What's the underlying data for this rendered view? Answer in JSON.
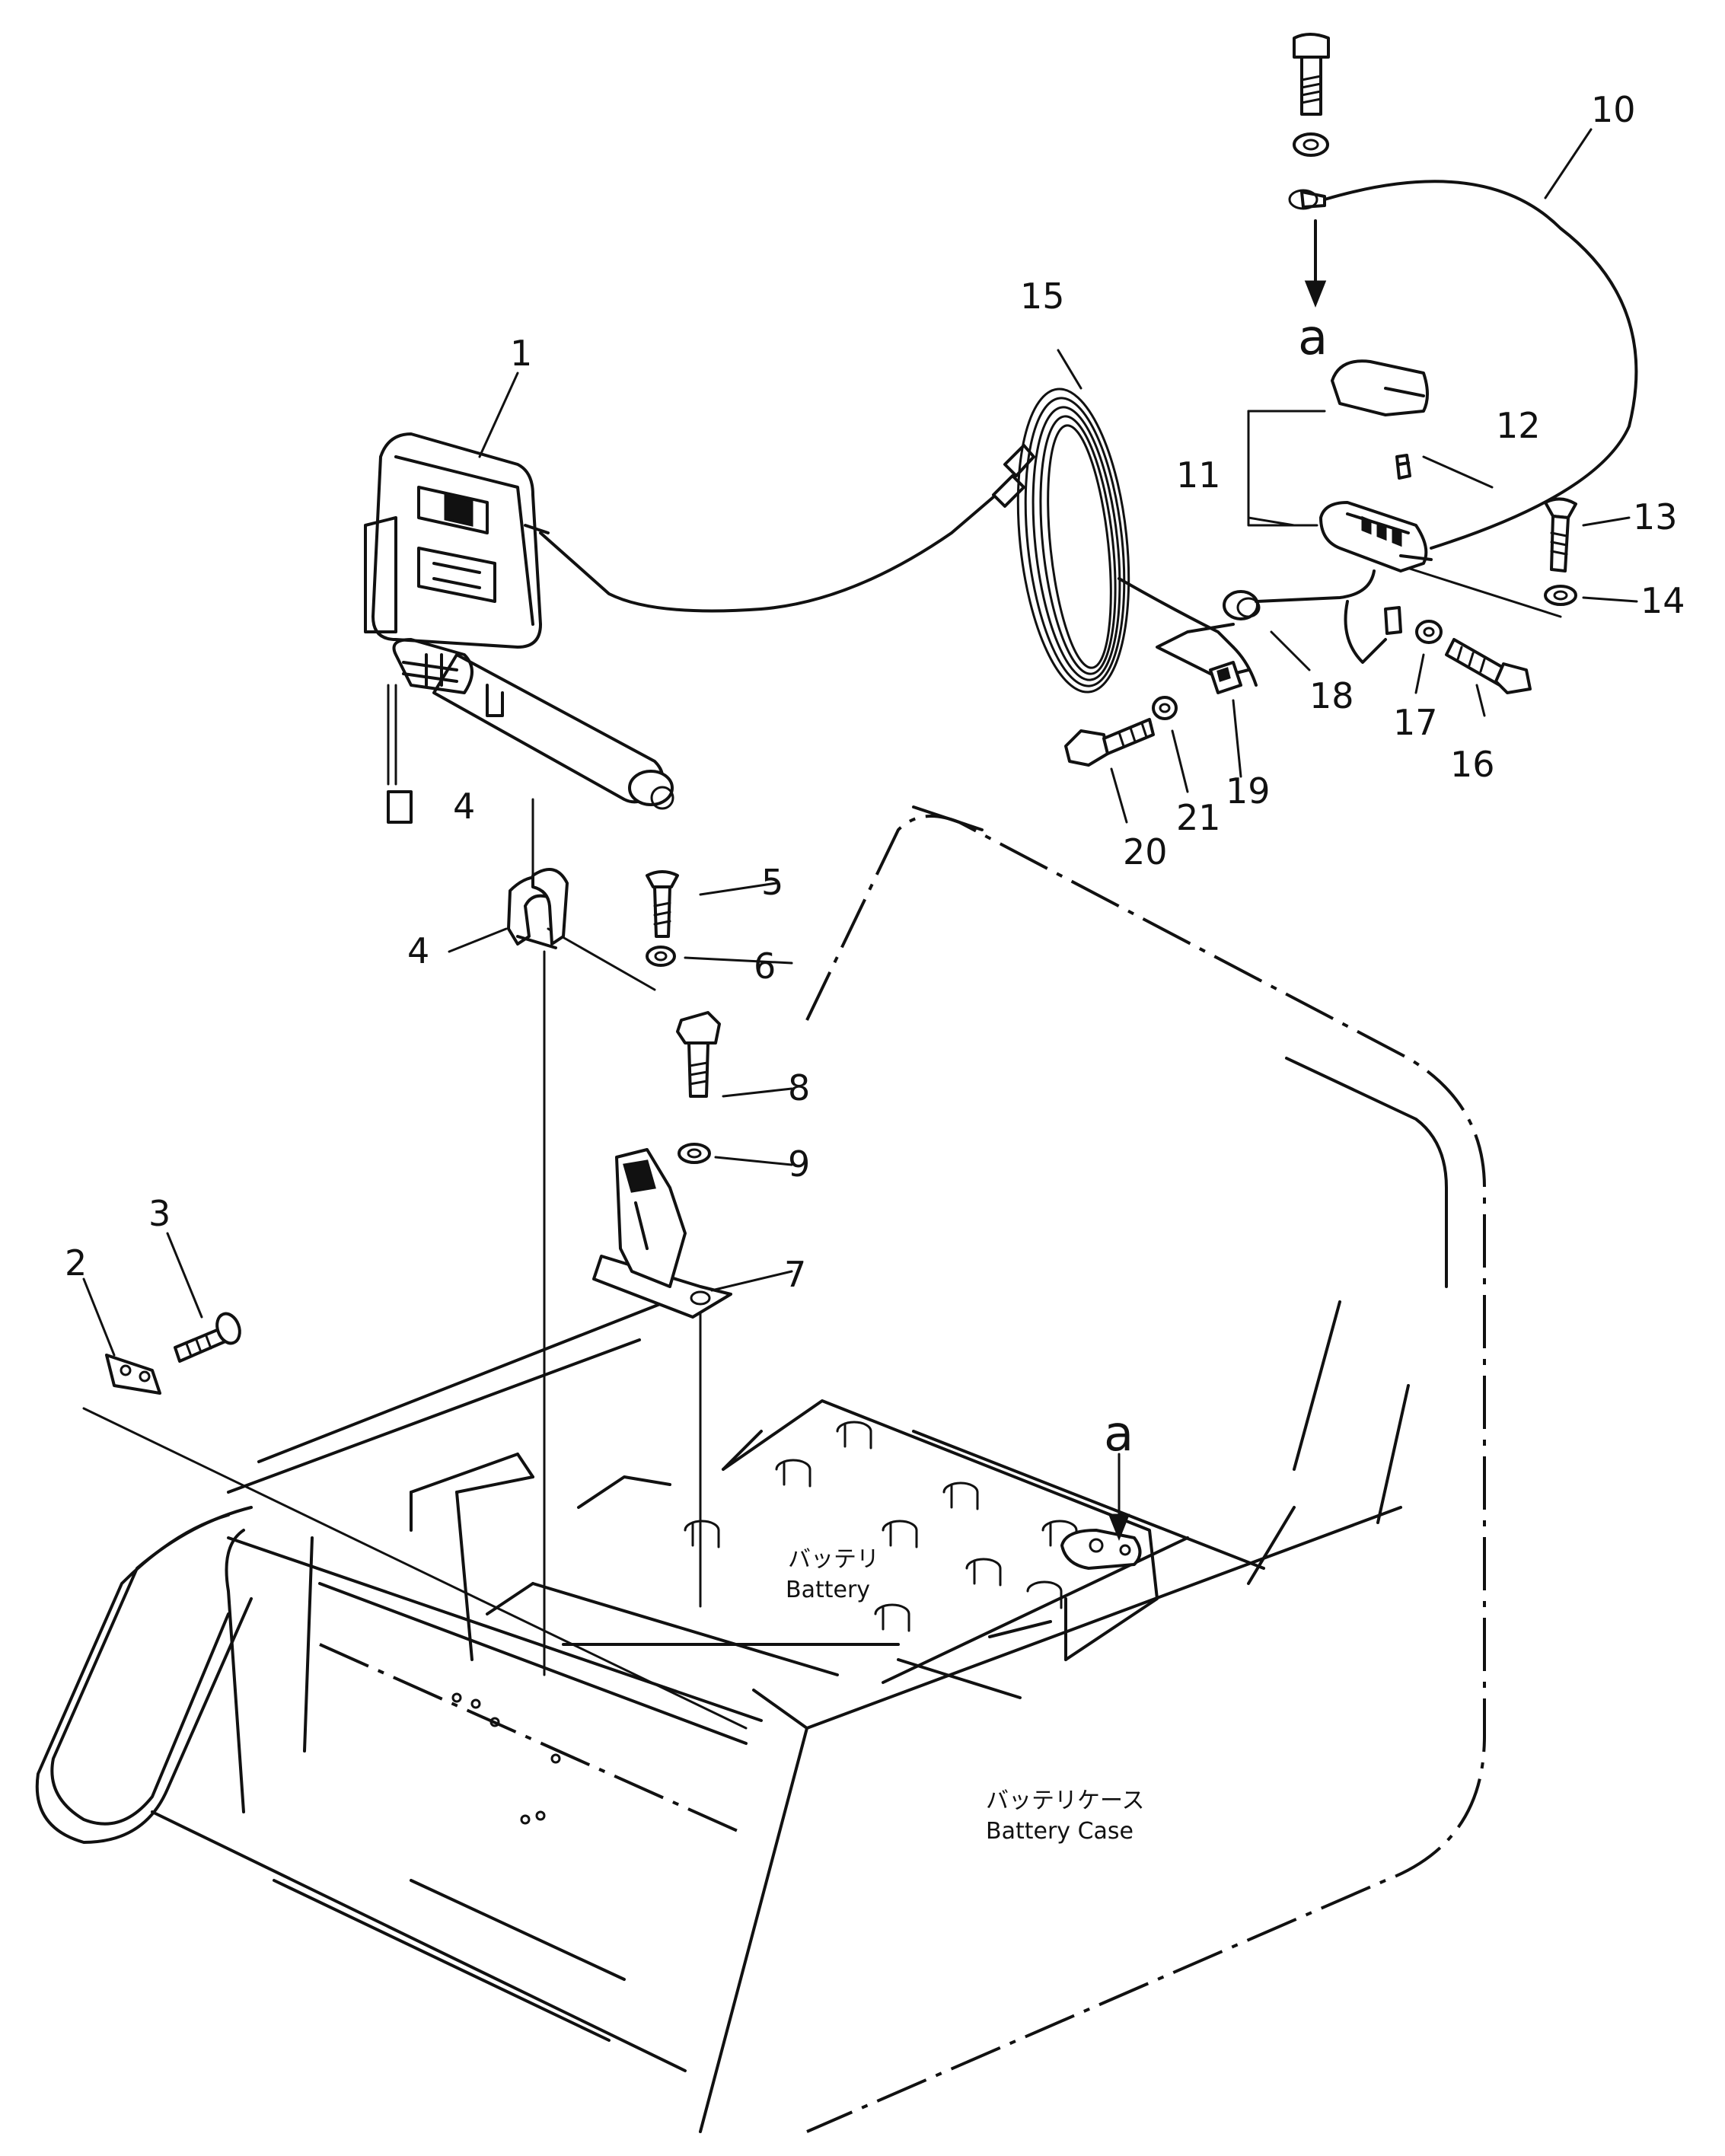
{
  "callouts": {
    "c1": "1",
    "c2": "2",
    "c3": "3",
    "c4a": "4",
    "c4b": "4",
    "c5": "5",
    "c6": "6",
    "c7": "7",
    "c8": "8",
    "c9": "9",
    "c10": "10",
    "c11": "11",
    "c12": "12",
    "c13": "13",
    "c14": "14",
    "c15": "15",
    "c16": "16",
    "c17": "17",
    "c18": "18",
    "c19": "19",
    "c20": "20",
    "c21": "21"
  },
  "markers": {
    "a_top": "a",
    "a_bottom": "a"
  },
  "labels": {
    "battery_jp": "バッテリ",
    "battery_en": "Battery",
    "battery_case_jp": "バッテリケース",
    "battery_case_en": "Battery  Case"
  }
}
